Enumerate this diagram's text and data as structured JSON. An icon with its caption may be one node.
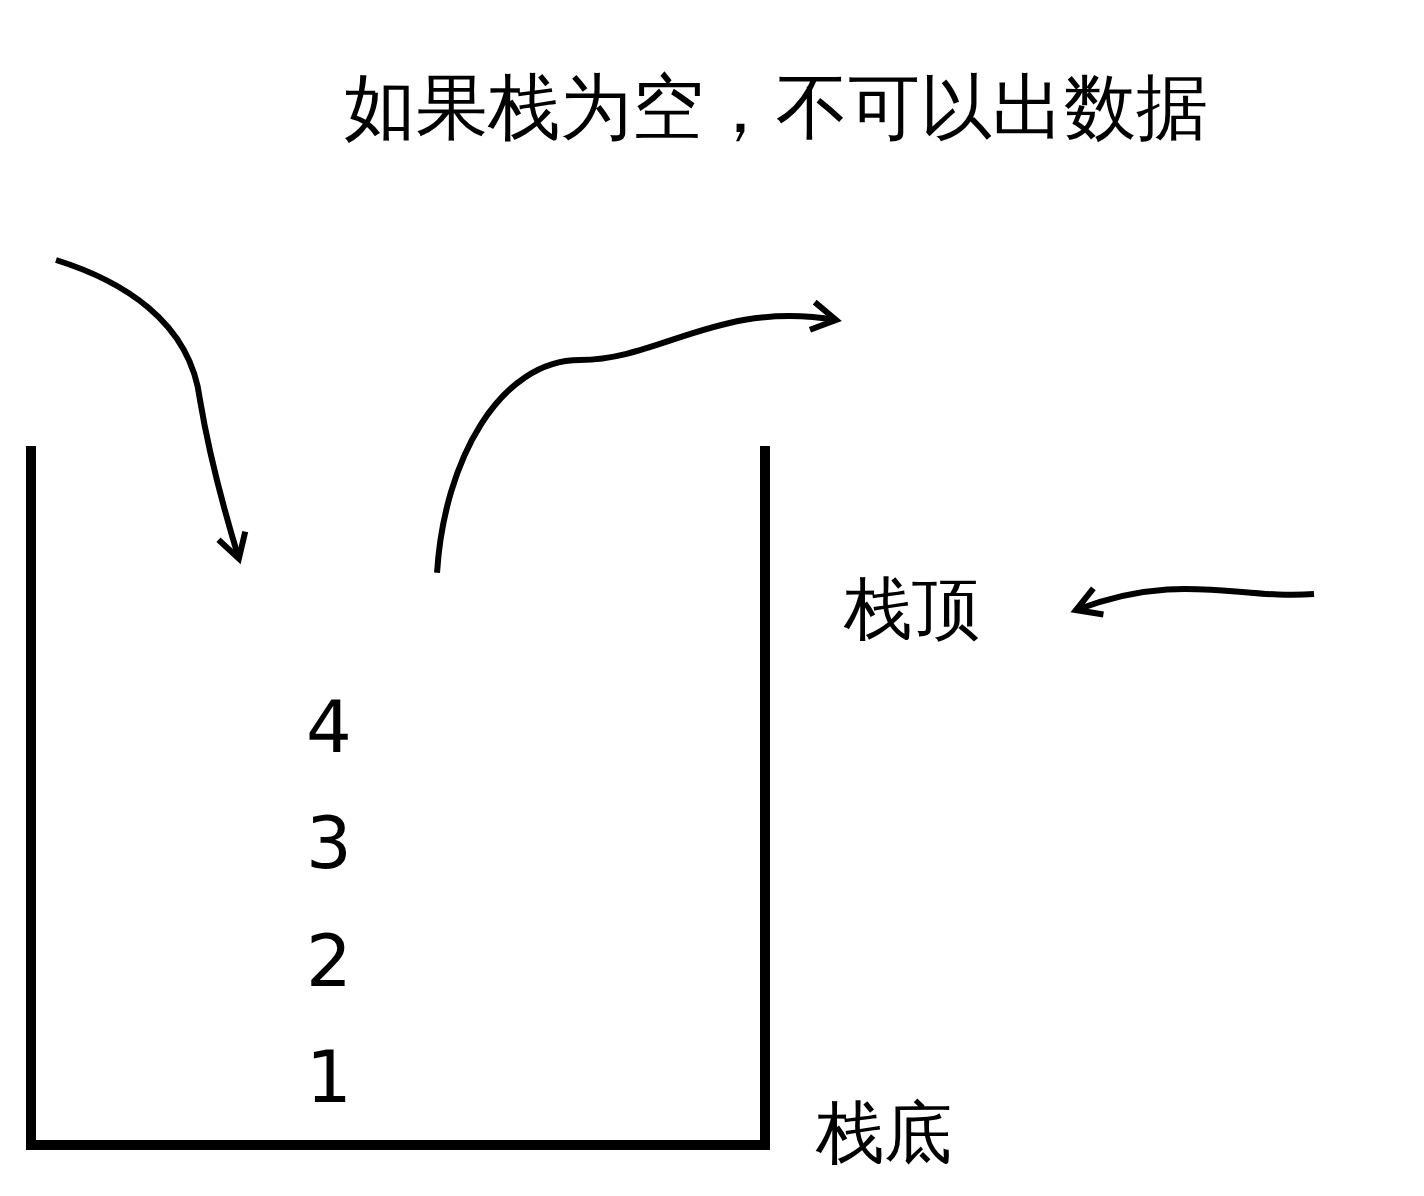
{
  "diagram": {
    "title": "如果栈为空，不可以出数据",
    "nodes": [
      {
        "text": [
          "4",
          "3",
          "2",
          "1"
        ]
      },
      {
        "text": [
          "栈顶"
        ]
      }
    ],
    "edges": [
      {
        "from": null,
        "to": 0,
        "arrow": "to"
      },
      {
        "from": 0,
        "to": null,
        "arrow": "to"
      },
      {
        "from": null,
        "to": 1,
        "arrow": "to"
      }
    ],
    "labels": [
      "栈底"
    ]
  }
}
